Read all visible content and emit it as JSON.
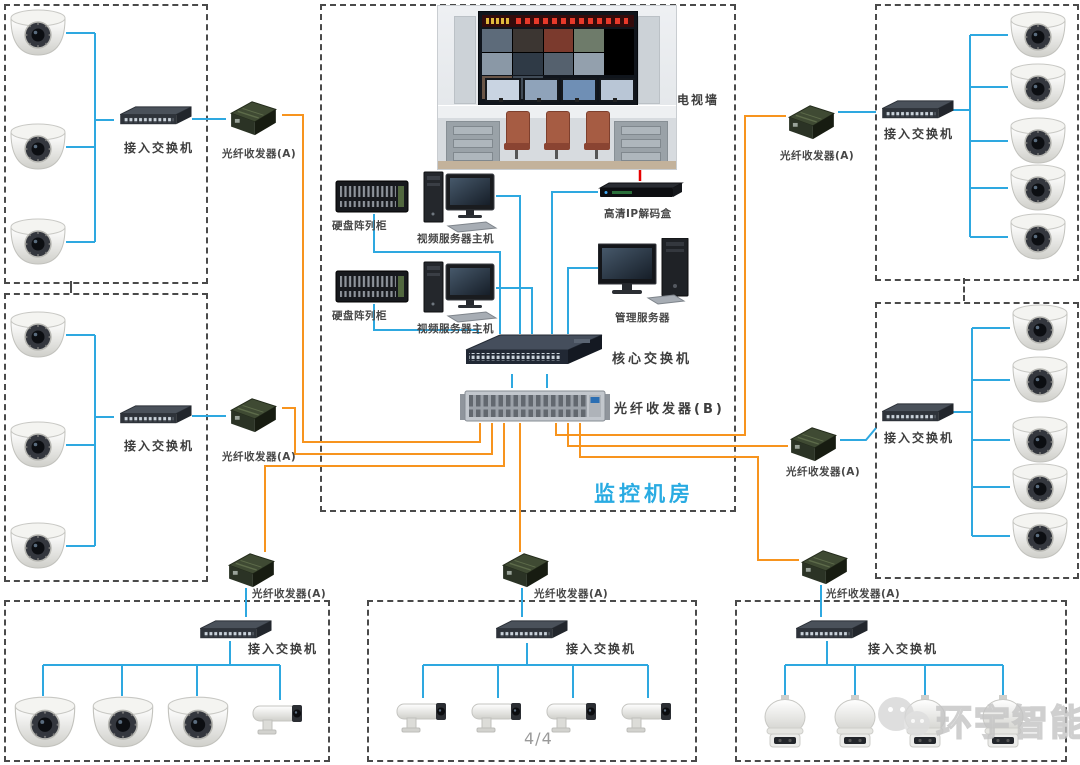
{
  "labels": {
    "tv_wall": "电视墙",
    "hd_decoder": "高清IP解码盒",
    "disk_array": "硬盘阵列柜",
    "video_server_host": "视频服务器主机",
    "management_server": "管理服务器",
    "core_switch": "核心交换机",
    "fiber_transceiver_b": "光纤收发器(B)",
    "fiber_transceiver_a": "光纤收发器(A)",
    "access_switch": "接入交换机",
    "monitor_room": "监控机房",
    "page_indicator": "4/4",
    "watermark": "环宇智能"
  },
  "colors": {
    "camera_link": "#2EA8E0",
    "fiber_link": "#F7941E",
    "tv_link": "#E60000",
    "monitor_room_label": "#29ABE2"
  },
  "groups": [
    {
      "area": "left-top",
      "camera_type": "dome",
      "camera_count": 3,
      "devices": [
        "接入交换机",
        "光纤收发器(A)"
      ]
    },
    {
      "area": "left-middle",
      "camera_type": "dome",
      "camera_count": 3,
      "devices": [
        "接入交换机",
        "光纤收发器(A)"
      ]
    },
    {
      "area": "right-top",
      "camera_type": "dome",
      "camera_count": 5,
      "devices": [
        "接入交换机",
        "光纤收发器(A)"
      ]
    },
    {
      "area": "right-middle",
      "camera_type": "dome",
      "camera_count": 5,
      "devices": [
        "接入交换机",
        "光纤收发器(A)"
      ]
    },
    {
      "area": "bottom-left",
      "camera_type": "dome+bullet",
      "camera_count": 4,
      "devices": [
        "光纤收发器(A)",
        "接入交换机"
      ]
    },
    {
      "area": "bottom-middle",
      "camera_type": "bullet",
      "camera_count": 4,
      "devices": [
        "光纤收发器(A)",
        "接入交换机"
      ]
    },
    {
      "area": "bottom-right",
      "camera_type": "ptz-dome",
      "camera_count": 4,
      "devices": [
        "光纤收发器(A)",
        "接入交换机"
      ]
    }
  ],
  "monitor_room_equipment": [
    "电视墙",
    "高清IP解码盒",
    "硬盘阵列柜",
    "视频服务器主机",
    "硬盘阵列柜",
    "视频服务器主机",
    "管理服务器",
    "核心交换机",
    "光纤收发器(B)"
  ]
}
